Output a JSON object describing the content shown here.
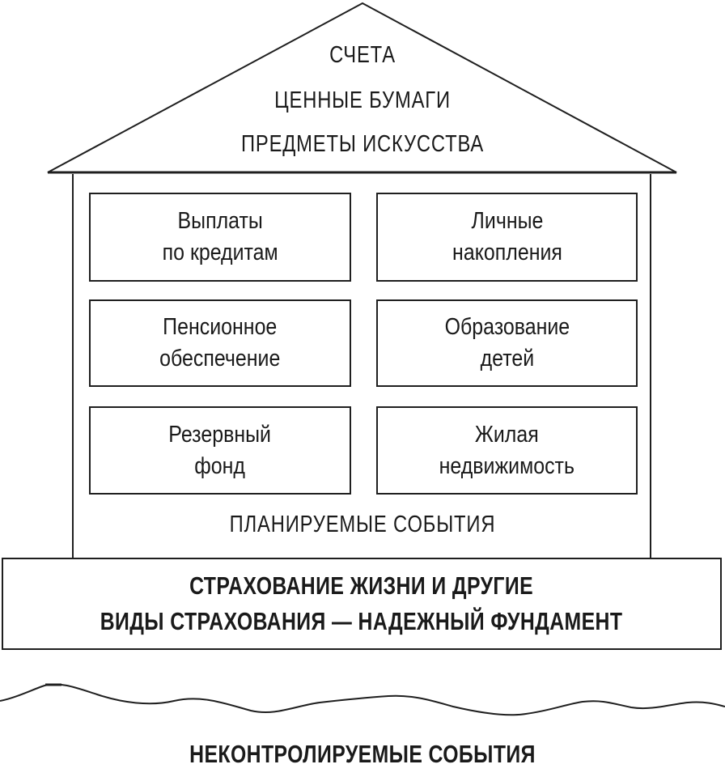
{
  "roof": {
    "lines": [
      "СЧЕТА",
      "ЦЕННЫЕ БУМАГИ",
      "ПРЕДМЕТЫ ИСКУССТВА"
    ]
  },
  "rooms": [
    {
      "label": "Выплаты\nпо кредитам"
    },
    {
      "label": "Личные\nнакопления"
    },
    {
      "label": "Пенсионное\nобеспечение"
    },
    {
      "label": "Образование\nдетей"
    },
    {
      "label": "Резервный\nфонд"
    },
    {
      "label": "Жилая\nнедвижимость"
    }
  ],
  "planned_events": "ПЛАНИРУЕМЫЕ СОБЫТИЯ",
  "foundation": {
    "line1": "СТРАХОВАНИЕ ЖИЗНИ И ДРУГИЕ",
    "line2": "ВИДЫ СТРАХОВАНИЯ — НАДЕЖНЫЙ ФУНДАМЕНТ"
  },
  "uncontrolled_events": "НЕКОНТРОЛИРУЕМЫЕ СОБЫТИЯ"
}
